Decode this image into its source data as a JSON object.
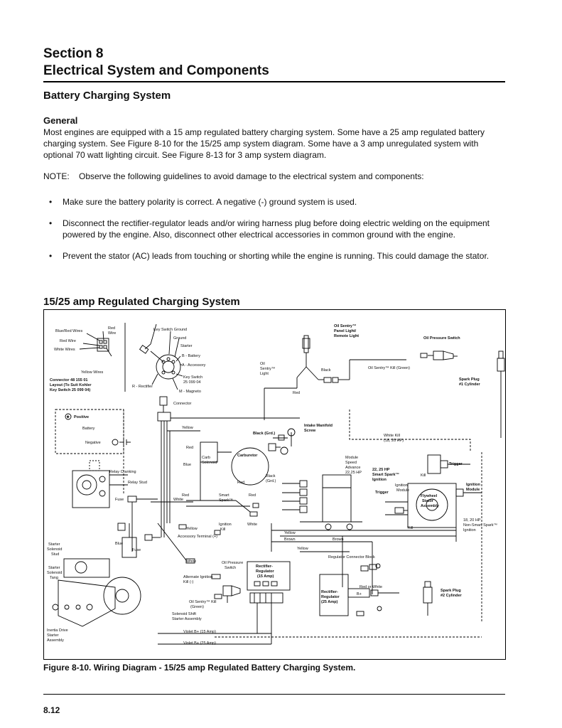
{
  "header": {
    "section": "Section 8",
    "title": "Electrical System and Components"
  },
  "subheading": "Battery Charging System",
  "general": {
    "heading": "General",
    "paragraph": "Most engines are equipped with a 15 amp regulated battery charging system. Some have a 25 amp regulated battery charging system. See Figure 8-10 for the 15/25 amp system diagram. Some have a 3 amp unregulated system with optional 70 watt lighting circuit. See Figure 8-13 for 3 amp system diagram."
  },
  "note": {
    "label": "NOTE:",
    "text": "Observe the following guidelines to avoid damage to the electrical system and components:"
  },
  "bullets": [
    "Make sure the battery polarity is correct. A negative (-) ground system is used.",
    "Disconnect the rectifier-regulator leads and/or wiring harness plug before doing electric welding on the equipment powered by the engine. Also, disconnect other electrical accessories in common ground with the engine.",
    "Prevent the stator (AC) leads from touching or shorting while the engine is running. This could damage the stator."
  ],
  "bullet_glyph": "•",
  "diagram_heading": "15/25 amp Regulated Charging System",
  "diagram": {
    "labels": {
      "blue_red_wires": "Blue/Red Wires",
      "red_wire_top": "Red",
      "wire": "Wire",
      "red_wire": "Red Wire",
      "white_wires": "White Wires",
      "yellow_wires": "Yellow Wires",
      "connector_l1": "Connector 48 155 01",
      "connector_l2": "Layout (To Suit Kohler",
      "connector_l3": "Key Switch 25 099 04)",
      "key_switch_ground": "Key Switch Ground",
      "ground": "Ground",
      "starter": "Starter",
      "b_battery": "B - Battery",
      "a_accessory": "A - Accessory",
      "key_switch": "Key Switch",
      "key_switch_num": "25 099 04",
      "r_rectifier": "R - Rectifier",
      "m_magneto": "M - Magneto",
      "connector": "Connector",
      "oil_sentry_panel_1": "Oil Sentry™",
      "oil_sentry_panel_2": "Panel Light/",
      "oil_sentry_panel_3": "Remote Light",
      "oil_sentry_light_1": "Oil",
      "oil_sentry_light_2": "Sentry™",
      "oil_sentry_light_3": "Light",
      "black": "Black",
      "red": "Red",
      "oil_pressure_switch": "Oil Pressure Switch",
      "oil_sentry_kill_green": "Oil Sentry™ Kill (Green)",
      "spark_plug_1": "Spark Plug",
      "cyl_1": "#1 Cylinder",
      "positive": "Positive",
      "battery": "Battery",
      "negative": "Negative",
      "yellow": "Yellow",
      "black_grd": "Black (Grd.)",
      "intake_manifold_1": "Intake Manifold",
      "intake_manifold_2": "Screw",
      "white_kill_1": "White Kill",
      "white_kill_2": "(18, 20 HP)",
      "red_2": "Red",
      "blue": "Blue",
      "carb_1": "Carb",
      "carb_2": "Solenoid",
      "carburetor": "Carburetor",
      "relay_cranking": "Relay Cranking",
      "relay_stud": "Relay Stud",
      "black_grd_2": "Black",
      "black_grd_2b": "(Grd.)",
      "red_3": "Red",
      "fuse": "Fuse",
      "red_4": "Red",
      "white": "White",
      "smart_spark": "Smart Spark™",
      "smart": "Smart",
      "spark": "Spark™",
      "red_5": "Red",
      "module_1": "Module",
      "module_2": "Speed",
      "module_3": "Advance",
      "module_4": "22,25 HP",
      "hp22_1": "22, 25 HP",
      "hp22_2": "Smart Spark™",
      "hp22_3": "Ignition",
      "kill": "Kill",
      "ignition_module_1": "Ignition",
      "ignition_module_2": "Module",
      "trigger": "Trigger",
      "trigger_2": "Trigger",
      "ignition_module_r1": "Ignition",
      "ignition_module_r2": "Module",
      "flywheel_1": "Flywheel",
      "flywheel_2": "Stator",
      "flywheel_3": "Assembly",
      "hp18_1": "18, 20 HP",
      "hp18_2": "Non-Smart Spark™",
      "hp18_3": "Ignition",
      "kill_2": "Kill",
      "ignition_kill_1": "Ignition",
      "ignition_kill_2": "Kill",
      "white_2": "White",
      "yellow_2": "Yellow",
      "accessory_terminal": "Accessory Terminal (+)",
      "yellow_3": "Yellow",
      "brown": "Brown",
      "brown_2": "Brown",
      "yellow_4": "Yellow",
      "regulator_connector_block": "Regulator Connector Block",
      "starter_solenoid_stud_1": "Starter",
      "starter_solenoid_stud_2": "Solenoid",
      "starter_solenoid_stud_3": "Stud",
      "blue_2": "Blue",
      "fuse_2": "Fuse",
      "starter_solenoid_tang_1": "Starter",
      "starter_solenoid_tang_2": "Solenoid",
      "starter_solenoid_tang_3": "Tang",
      "white_3": "White",
      "alt_ignition_kill_1": "Alternate Ignition",
      "alt_ignition_kill_2": "Kill (-)",
      "oil_pressure_switch_2a": "Oil Pressure",
      "oil_pressure_switch_2b": "Switch",
      "rect_reg_1": "Rectifier-",
      "rect_reg_2": "Regulator",
      "rect_reg_3": "(15 Amp)",
      "oil_sentry_kill_2a": "Oil Sentry™ Kill",
      "oil_sentry_kill_2b": "(Green)",
      "solenoid_shift_1": "Solenoid Shift",
      "solenoid_shift_2": "Starter Assembly",
      "rect_reg_25_1": "Rectifier-",
      "rect_reg_25_2": "Regulator",
      "rect_reg_25_3": "(25 Amp)",
      "b_plus": "B+",
      "red_or_white": "Red or White",
      "spark_plug_2": "Spark Plug",
      "cyl_2": "#2 Cylinder",
      "inertia_1": "Inertia Drive",
      "inertia_2": "Starter",
      "inertia_3": "Assembly",
      "violet_15": "Violet B+ (15 Amp)",
      "violet_25": "Violet B+ (25 Amp)",
      "plus": "+",
      "minus": "-"
    }
  },
  "figure_caption": "Figure 8-10. Wiring Diagram - 15/25 amp Regulated Battery Charging System.",
  "page_number": "8.12"
}
